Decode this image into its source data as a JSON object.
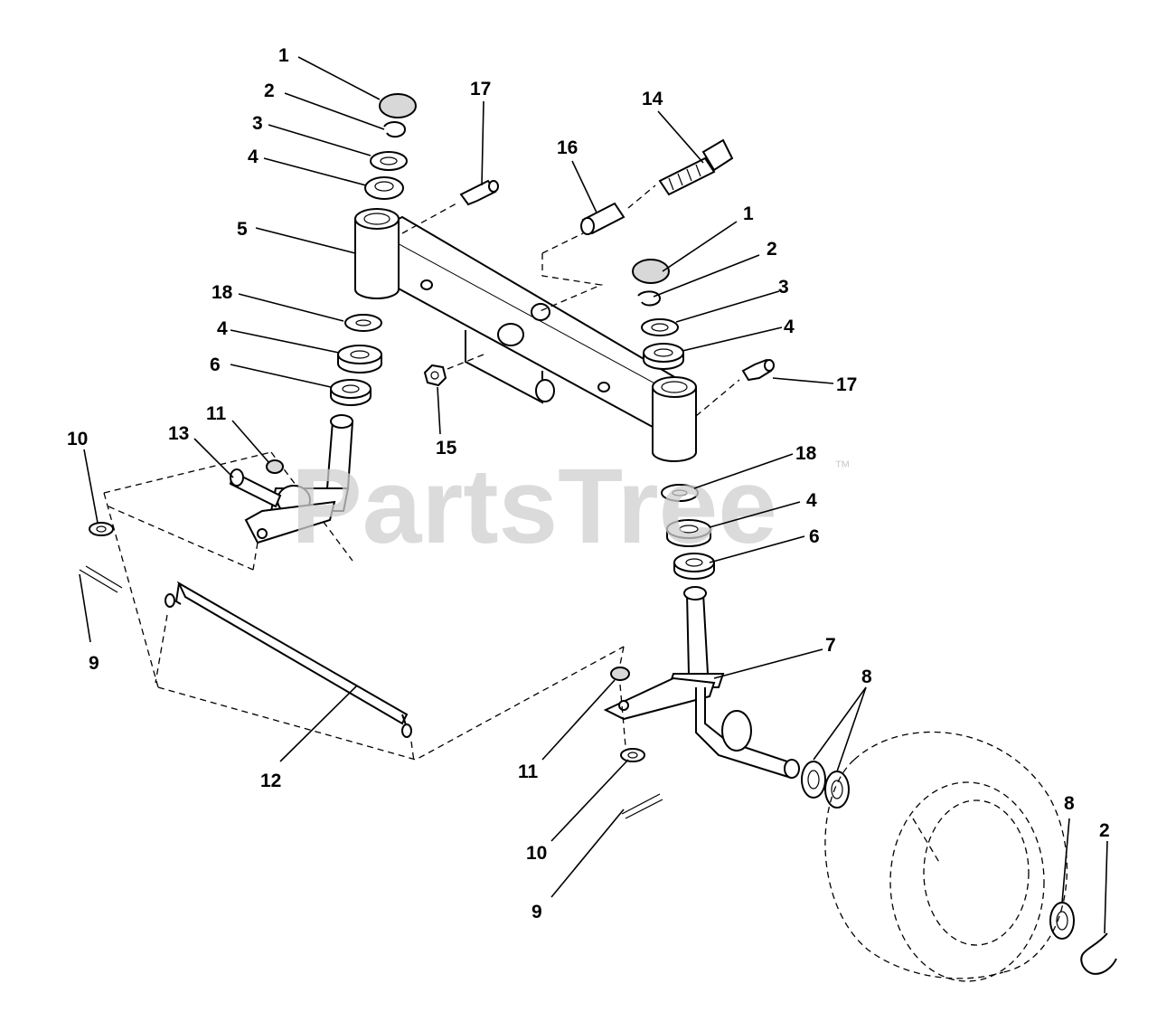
{
  "watermark": {
    "text": "PartsTree",
    "trademark": "™"
  },
  "callouts": [
    {
      "id": "c1a",
      "label": "1"
    },
    {
      "id": "c2a",
      "label": "2"
    },
    {
      "id": "c3a",
      "label": "3"
    },
    {
      "id": "c4a",
      "label": "4"
    },
    {
      "id": "c5",
      "label": "5"
    },
    {
      "id": "c18a",
      "label": "18"
    },
    {
      "id": "c4b",
      "label": "4"
    },
    {
      "id": "c6a",
      "label": "6"
    },
    {
      "id": "c10a",
      "label": "10"
    },
    {
      "id": "c13",
      "label": "13"
    },
    {
      "id": "c11a",
      "label": "11"
    },
    {
      "id": "c9a",
      "label": "9"
    },
    {
      "id": "c12",
      "label": "12"
    },
    {
      "id": "c17a",
      "label": "17"
    },
    {
      "id": "c16",
      "label": "16"
    },
    {
      "id": "c14",
      "label": "14"
    },
    {
      "id": "c1b",
      "label": "1"
    },
    {
      "id": "c2b",
      "label": "2"
    },
    {
      "id": "c3b",
      "label": "3"
    },
    {
      "id": "c4c",
      "label": "4"
    },
    {
      "id": "c17b",
      "label": "17"
    },
    {
      "id": "c15",
      "label": "15"
    },
    {
      "id": "c18b",
      "label": "18"
    },
    {
      "id": "c4d",
      "label": "4"
    },
    {
      "id": "c6b",
      "label": "6"
    },
    {
      "id": "c7",
      "label": "7"
    },
    {
      "id": "c8a",
      "label": "8"
    },
    {
      "id": "c11b",
      "label": "11"
    },
    {
      "id": "c10b",
      "label": "10"
    },
    {
      "id": "c9b",
      "label": "9"
    },
    {
      "id": "c8b",
      "label": "8"
    },
    {
      "id": "c2c",
      "label": "2"
    }
  ]
}
